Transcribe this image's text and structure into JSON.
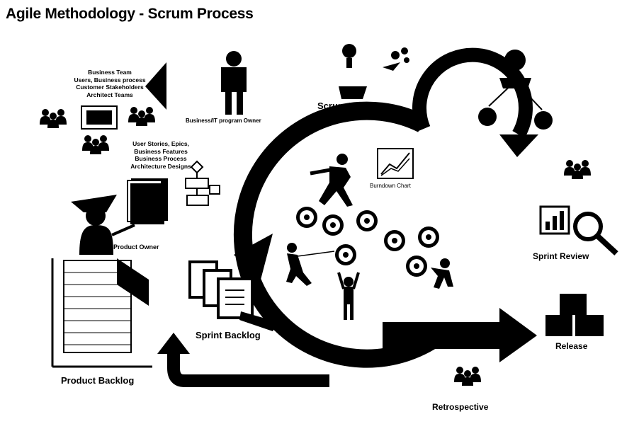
{
  "title": "Agile Methodology - Scrum Process",
  "labels": {
    "business_team": "Business Team",
    "users_business_process": "Users, Business process",
    "customer_stakeholders": "Customer Stakeholders",
    "architect_teams": "Architect Teams",
    "program_owner": "Business/IT program Owner",
    "scrum_master": "Scrum Master",
    "user_stories": "User Stories, Epics,",
    "business_features": "Business Features",
    "business_process": "Business Process",
    "architecture_designs": "Architecture Designs",
    "burndown_chart": "Burndown Chart",
    "product_owner": "Product Owner",
    "sprint_review": "Sprint Review",
    "sprint_backlog": "Sprint Backlog",
    "product_backlog": "Product Backlog",
    "release": "Release",
    "retrospective": "Retrospective"
  },
  "colors": {
    "ink": "#000000",
    "background": "#ffffff"
  }
}
